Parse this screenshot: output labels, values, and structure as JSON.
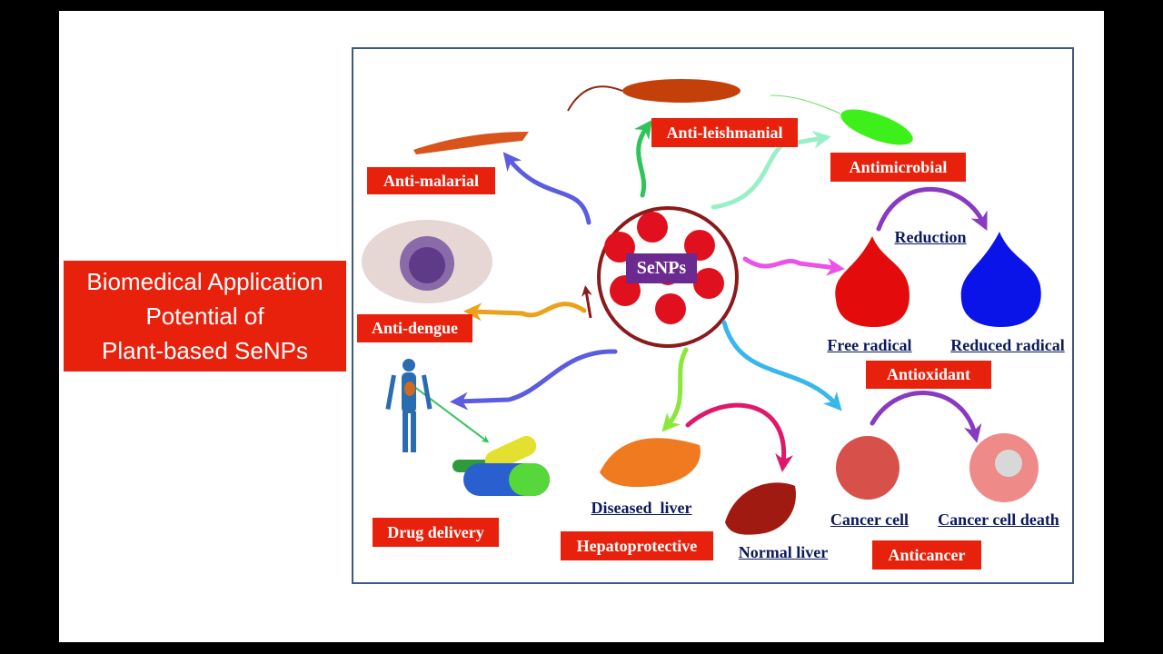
{
  "title": "Biomedical Application Potential of Plant-based SeNPs",
  "title_lines": [
    "Biomedical Application",
    "Potential of",
    "Plant-based SeNPs"
  ],
  "center": "SeNPs",
  "applications": {
    "anti_leishmanial": "Anti-leishmanial",
    "anti_malarial": "Anti-malarial",
    "antimicrobial": "Antimicrobial",
    "anti_dengue": "Anti-dengue",
    "antioxidant": "Antioxidant",
    "drug_delivery": "Drug delivery",
    "hepatoprotective": "Hepatoprotective",
    "anticancer": "Anticancer"
  },
  "captions": {
    "reduction": "Reduction",
    "free_radical": "Free radical",
    "reduced_radical": "Reduced radical",
    "diseased_liver": "Diseased  liver",
    "normal_liver": "Normal liver",
    "cancer_cell": "Cancer cell",
    "cancer_cell_death": "Cancer cell death"
  },
  "colors": {
    "label_bg": "#e8210c",
    "senps_bg": "#6a2a8f",
    "caption": "#0c1a5c",
    "frame": "#3d5a80"
  }
}
